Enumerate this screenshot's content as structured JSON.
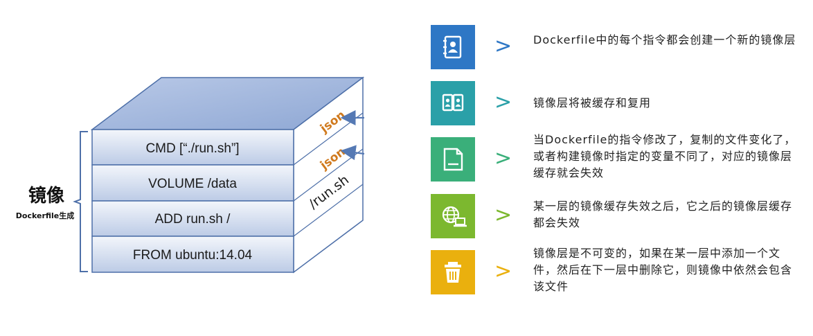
{
  "stack": {
    "title": "镜像",
    "subtitle": "Dockerfile生成",
    "layers": [
      {
        "label": "CMD [“./run.sh”]"
      },
      {
        "label": "VOLUME /data"
      },
      {
        "label": "ADD run.sh /"
      },
      {
        "label": "FROM ubuntu:14.04"
      }
    ],
    "side_labels": [
      "json",
      "json",
      "/run.sh"
    ]
  },
  "features": [
    {
      "icon": "contacts-book-icon",
      "color": "#2e77c5",
      "arrow": ">",
      "arrow_color": "#2e77c5",
      "text": "Dockerfile中的每个指令都会创建一个新的镜像层"
    },
    {
      "icon": "two-profiles-icon",
      "color": "#2aa0a8",
      "arrow": ">",
      "arrow_color": "#2aa0a8",
      "text": "镜像层将被缓存和复用"
    },
    {
      "icon": "document-icon",
      "color": "#3aaf7a",
      "arrow": ">",
      "arrow_color": "#3aaf7a",
      "text": "当Dockerfile的指令修改了，复制的文件变化了，或者构建镜像时指定的变量不同了，对应的镜像层缓存就会失效"
    },
    {
      "icon": "globe-laptop-icon",
      "color": "#7cb82f",
      "arrow": ">",
      "arrow_color": "#7cb82f",
      "text": "某一层的镜像缓存失效之后，它之后的镜像层缓存都会失效"
    },
    {
      "icon": "trash-icon",
      "color": "#eab00e",
      "arrow": ">",
      "arrow_color": "#eab00e",
      "text": "镜像层是不可变的，如果在某一层中添加一个文件，然后在下一层中删除它，则镜像中依然会包含该文件"
    }
  ]
}
